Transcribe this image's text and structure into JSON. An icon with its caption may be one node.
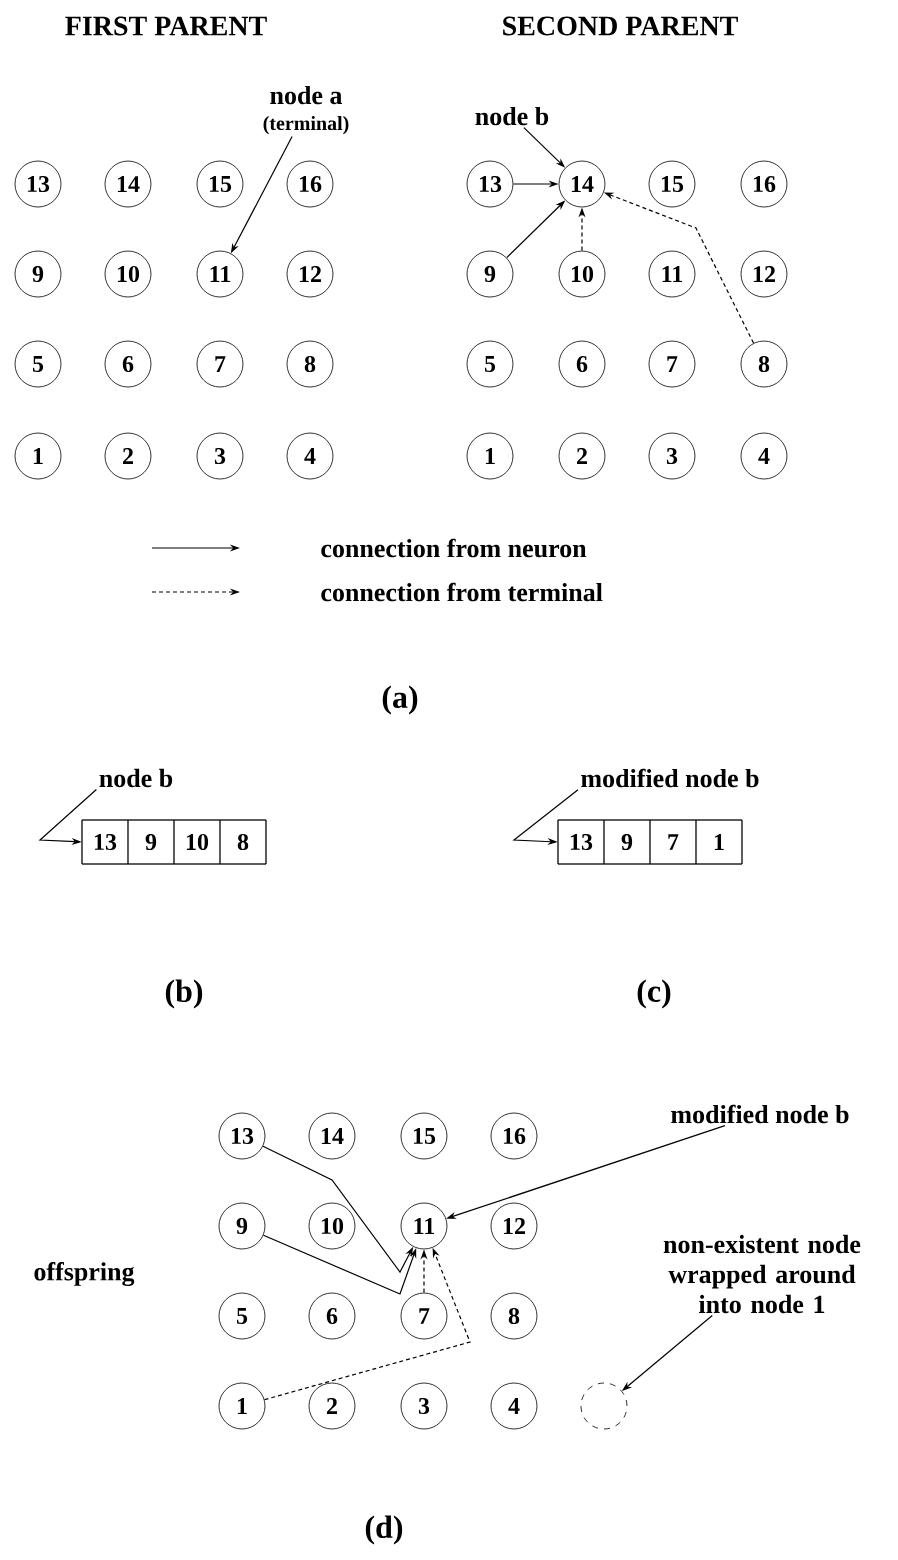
{
  "diagram": {
    "nodes": [
      {
        "text": [
          "node a",
          "(terminal)"
        ]
      },
      {
        "text": [
          "node b"
        ]
      },
      {
        "text": [
          "13"
        ]
      },
      {
        "text": [
          "14"
        ]
      },
      {
        "text": [
          "15"
        ]
      },
      {
        "text": [
          "16"
        ]
      },
      {
        "text": [
          "9"
        ]
      },
      {
        "text": [
          "10"
        ]
      },
      {
        "text": [
          "11"
        ]
      },
      {
        "text": [
          "12"
        ]
      },
      {
        "text": [
          "5"
        ]
      },
      {
        "text": [
          "6"
        ]
      },
      {
        "text": [
          "7"
        ]
      },
      {
        "text": [
          "8"
        ]
      },
      {
        "text": [
          "1"
        ]
      },
      {
        "text": [
          "2"
        ]
      },
      {
        "text": [
          "3"
        ]
      },
      {
        "text": [
          "4"
        ]
      },
      {
        "text": [
          "13"
        ]
      },
      {
        "text": [
          "14"
        ]
      },
      {
        "text": [
          "15"
        ]
      },
      {
        "text": [
          "16"
        ]
      },
      {
        "text": [
          "9"
        ]
      },
      {
        "text": [
          "10"
        ]
      },
      {
        "text": [
          "11"
        ]
      },
      {
        "text": [
          "12"
        ]
      },
      {
        "text": [
          "5"
        ]
      },
      {
        "text": [
          "6"
        ]
      },
      {
        "text": [
          "7"
        ]
      },
      {
        "text": [
          "8"
        ]
      },
      {
        "text": [
          "1"
        ]
      },
      {
        "text": [
          "2"
        ]
      },
      {
        "text": [
          "3"
        ]
      },
      {
        "text": [
          "4"
        ]
      },
      {
        "text": [
          "node b"
        ]
      },
      {
        "text": [],
        "shape": "box"
      },
      {
        "text": [
          "13"
        ],
        "in": 35
      },
      {
        "text": [
          "9"
        ],
        "in": 35
      },
      {
        "text": [
          "10"
        ],
        "in": 35
      },
      {
        "text": [
          "8"
        ],
        "in": 35
      },
      {
        "text": [
          "modified node b"
        ]
      },
      {
        "text": [],
        "shape": "box"
      },
      {
        "text": [
          "13"
        ],
        "in": 41
      },
      {
        "text": [
          "9"
        ],
        "in": 41
      },
      {
        "text": [
          "7"
        ],
        "in": 41
      },
      {
        "text": [
          "1"
        ],
        "in": 41
      },
      {
        "text": [
          "modified node b"
        ]
      },
      {
        "text": [
          "non-existent node wrapped around into node 1"
        ]
      },
      {
        "text": [
          "13"
        ]
      },
      {
        "text": [
          "14"
        ]
      },
      {
        "text": [
          "15"
        ]
      },
      {
        "text": [
          "16"
        ]
      },
      {
        "text": [
          "9"
        ]
      },
      {
        "text": [
          "10"
        ]
      },
      {
        "text": [
          "11"
        ]
      },
      {
        "text": [
          "12"
        ]
      },
      {
        "text": [
          "5"
        ]
      },
      {
        "text": [
          "6"
        ]
      },
      {
        "text": [
          "7"
        ]
      },
      {
        "text": [
          "8"
        ]
      },
      {
        "text": [
          "1"
        ]
      },
      {
        "text": [
          "2"
        ]
      },
      {
        "text": [
          "3"
        ]
      },
      {
        "text": [
          "4"
        ]
      },
      {
        "text": [],
        "shape": "circle"
      }
    ],
    "edges": [
      {
        "from": 0,
        "to": 8,
        "arrow": "to"
      },
      {
        "from": 1,
        "to": 19,
        "arrow": "to"
      },
      {
        "from": 18,
        "to": 19,
        "arrow": "to"
      },
      {
        "from": 22,
        "to": 19,
        "arrow": "to"
      },
      {
        "from": 23,
        "to": 19,
        "arrow": "to",
        "style": "dashed"
      },
      {
        "from": 29,
        "to": 19,
        "arrow": "to",
        "style": "dashed"
      },
      {
        "from": 34,
        "to": 35,
        "arrow": "to"
      },
      {
        "from": 40,
        "to": 41,
        "arrow": "to"
      },
      {
        "from": 46,
        "to": 54,
        "arrow": "to"
      },
      {
        "from": 47,
        "to": 64,
        "arrow": "to"
      },
      {
        "from": 48,
        "to": 54,
        "arrow": "to"
      },
      {
        "from": 52,
        "to": 54,
        "arrow": "to"
      },
      {
        "from": 58,
        "to": 54,
        "arrow": "to",
        "style": "dashed"
      },
      {
        "from": 60,
        "to": 54,
        "arrow": "to",
        "style": "dashed"
      }
    ],
    "labels": [
      "FIRST PARENT",
      "SECOND PARENT",
      "(a)",
      "(b)",
      "(c)",
      "offspring",
      "(d)"
    ],
    "legend": [
      {
        "text": "connection from neuron"
      },
      {
        "text": "connection from terminal"
      }
    ]
  }
}
